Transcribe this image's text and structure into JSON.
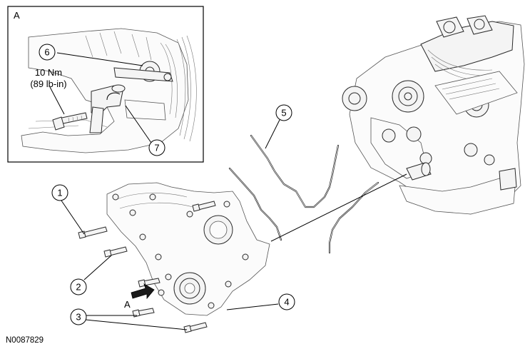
{
  "inset": {
    "letter": "A"
  },
  "torque": {
    "metric": "10 Nm",
    "imperial": "(89 lb-in)"
  },
  "callouts": {
    "c1": "1",
    "c2": "2",
    "c3": "3",
    "c4": "4",
    "c5": "5",
    "c6": "6",
    "c7": "7"
  },
  "view_arrow_label": "A",
  "figure_id": "N0087829",
  "icons": [
    "view-direction-arrow"
  ]
}
